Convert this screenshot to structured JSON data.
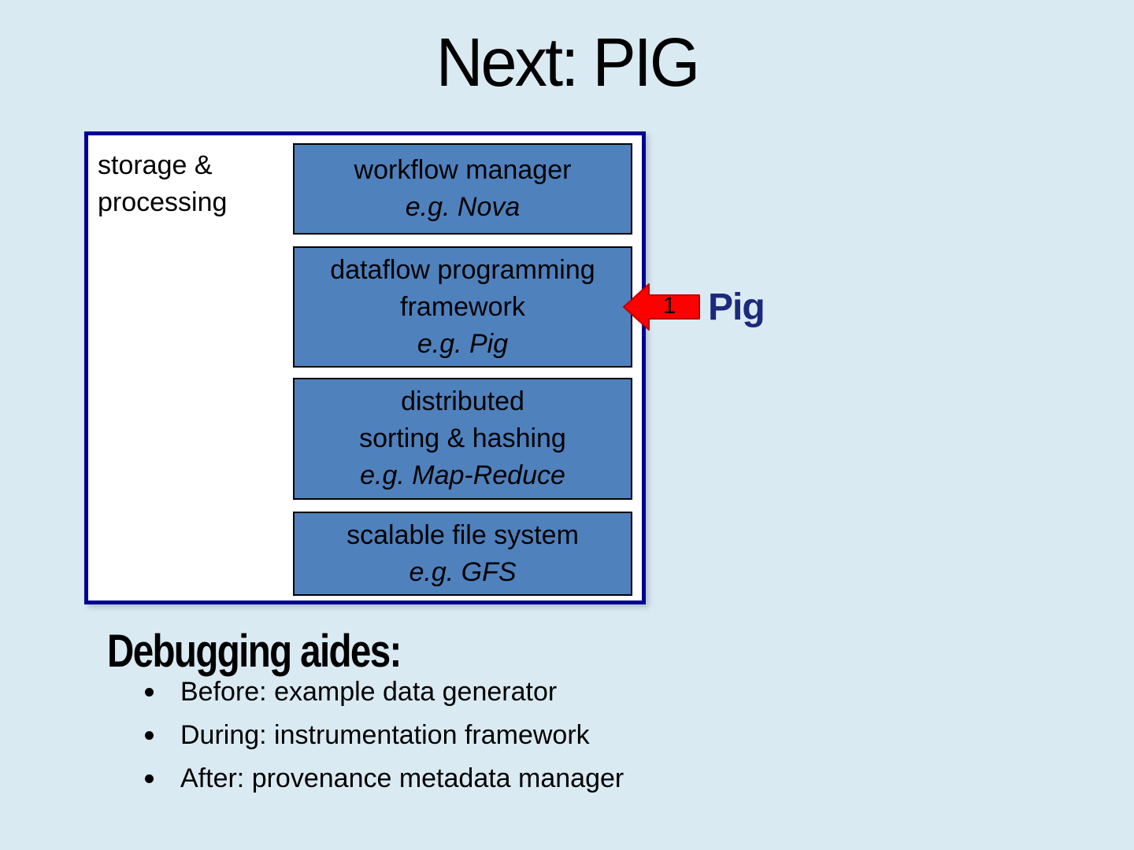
{
  "slide": {
    "title": "Next: PIG",
    "background_color": "#daeaf2"
  },
  "diagram": {
    "label": "storage & processing",
    "border_color": "#000090",
    "box_fill_color": "#4f81bd",
    "boxes": [
      {
        "line1": "workflow manager",
        "example": "e.g. Nova"
      },
      {
        "line1": "dataflow programming",
        "line2": "framework",
        "example": "e.g. Pig"
      },
      {
        "line1": "distributed",
        "line2": "sorting & hashing",
        "example": "e.g. Map-Reduce"
      },
      {
        "line1": "scalable file system",
        "example": "e.g. GFS"
      }
    ]
  },
  "annotation": {
    "arrow_number": "1",
    "label": "Pig",
    "arrow_color": "#ff0000",
    "arrow_stroke_color": "#c00000",
    "label_color": "#1b2a7d"
  },
  "debugging": {
    "heading": "Debugging aides:",
    "bullets": [
      "Before: example data generator",
      "During: instrumentation framework",
      "After: provenance metadata manager"
    ]
  }
}
